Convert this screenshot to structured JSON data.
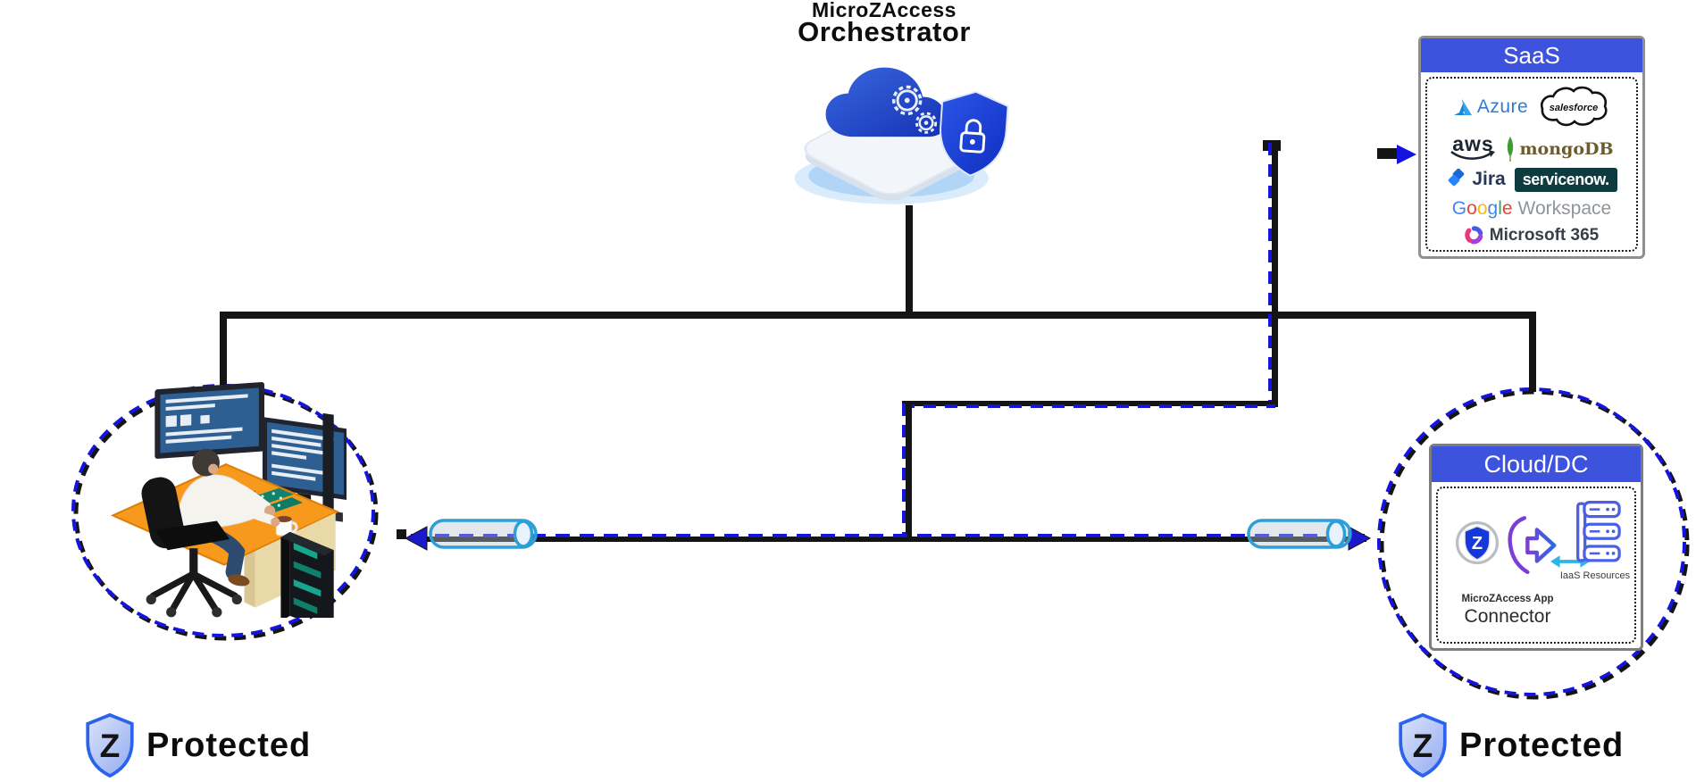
{
  "diagram_title": {
    "line1": "MicroZAccess",
    "line2": "Orchestrator"
  },
  "saas": {
    "header": "SaaS",
    "azure": "Azure",
    "salesforce": "salesforce",
    "aws": "aws",
    "mongodb": "mongoDB",
    "jira": "Jira",
    "servicenow": "servicenow.",
    "google_letters": [
      "G",
      "o",
      "o",
      "g",
      "l",
      "e"
    ],
    "workspace": "Workspace",
    "microsoft365": "Microsoft 365"
  },
  "cloud_dc": {
    "header": "Cloud/DC",
    "app_line": "MicroZAccess App",
    "connector_line": "Connector",
    "iaas_label": "IaaS Resources",
    "shield_letter": "Z"
  },
  "endpoints": {
    "left_protected": "Protected",
    "right_protected": "Protected",
    "left_shield_letter": "Z",
    "right_shield_letter": "Z"
  },
  "icons": {
    "orchestrator": "cloud-gears-shield-lock-icon",
    "tunnel": "encrypted-tunnel-pipe-icon",
    "endpoint_badge": "z-shield-icon"
  },
  "colors": {
    "header_blue": "#3d53de",
    "route_blue": "#1414dd",
    "line_black": "#141414",
    "tunnel_blue": "#2d9ed8",
    "cyan_arrow": "#2ab4ea"
  }
}
